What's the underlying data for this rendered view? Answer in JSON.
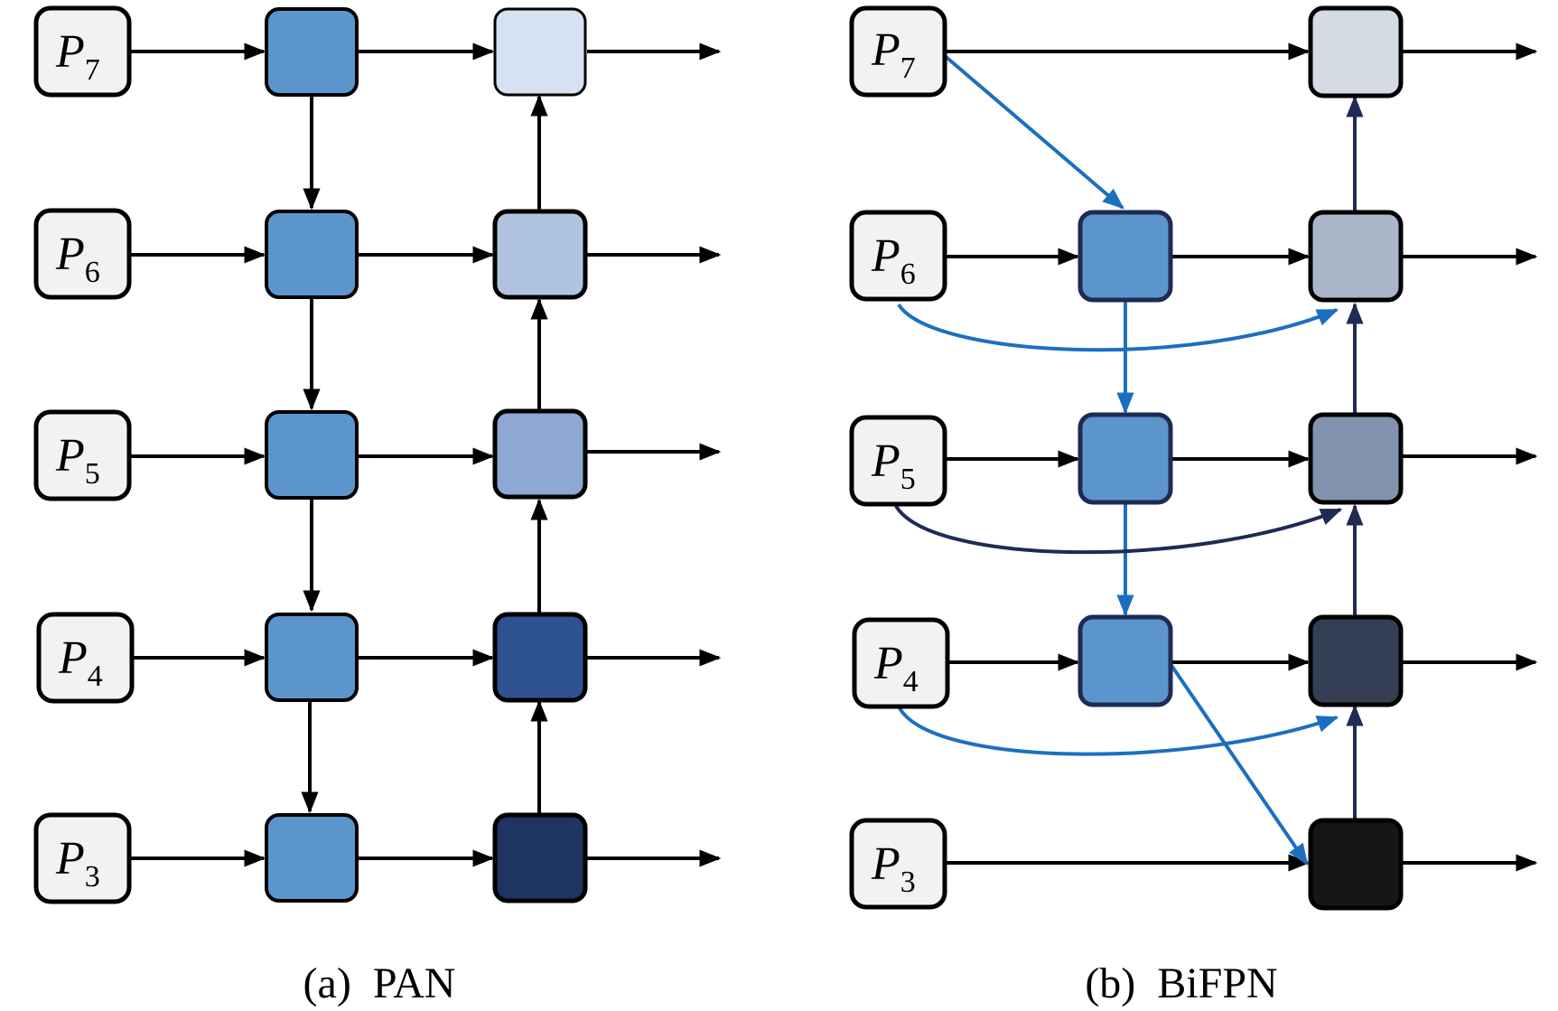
{
  "panel_a": {
    "caption": "(a)  PAN",
    "input_labels": [
      {
        "letter": "P",
        "sub": "7"
      },
      {
        "letter": "P",
        "sub": "6"
      },
      {
        "letter": "P",
        "sub": "5"
      },
      {
        "letter": "P",
        "sub": "4"
      },
      {
        "letter": "P",
        "sub": "3"
      }
    ],
    "topdown_color": "#5b95cc",
    "output_colors": [
      "#d6e1f1",
      "#b0c4e2",
      "#8ea7d3",
      "#2f5391",
      "#1e3461"
    ]
  },
  "panel_b": {
    "caption": "(b)  BiFPN",
    "input_labels": [
      {
        "letter": "P",
        "sub": "7"
      },
      {
        "letter": "P",
        "sub": "6"
      },
      {
        "letter": "P",
        "sub": "5"
      },
      {
        "letter": "P",
        "sub": "4"
      },
      {
        "letter": "P",
        "sub": "3"
      }
    ],
    "intermediate_color": "#5b95cc",
    "output_colors": [
      "#d5dbe5",
      "#aab7c8",
      "#8193ad",
      "#343f55",
      "#161616"
    ],
    "edge_colors": {
      "black": "#000000",
      "blue": "#1c6fc0",
      "navy": "#1f2a55"
    }
  }
}
